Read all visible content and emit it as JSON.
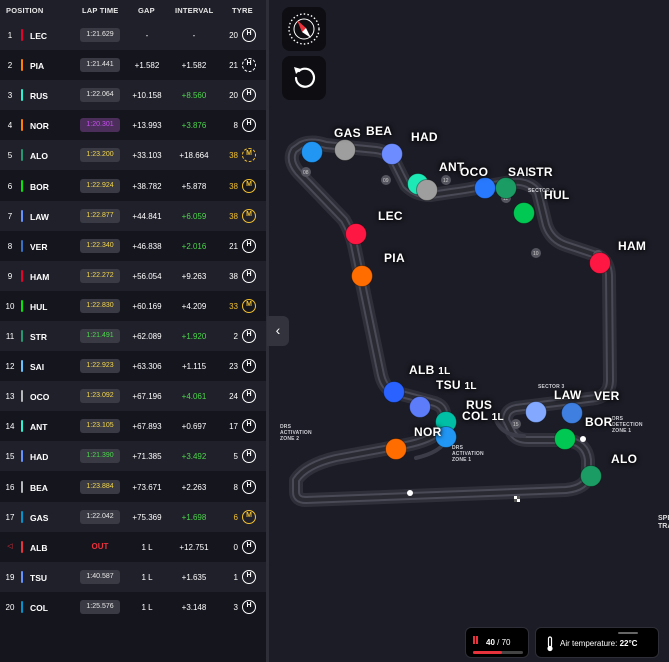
{
  "tower": {
    "headers": {
      "position": "POSITION",
      "lap_time": "LAP TIME",
      "gap": "GAP",
      "interval": "INTERVAL",
      "tyre": "TYRE"
    },
    "rows": [
      {
        "pos": "1",
        "code": "LEC",
        "team_color": "#e8002d",
        "lap_time": "1:21.629",
        "lap_color": "white",
        "gap": "-",
        "interval": "-",
        "int_color": "white",
        "laps": "20",
        "laps_color": "white",
        "tyre": "H",
        "tyre_type": "hard"
      },
      {
        "pos": "2",
        "code": "PIA",
        "team_color": "#ff8000",
        "lap_time": "1:21.441",
        "lap_color": "white",
        "gap": "+1.582",
        "interval": "+1.582",
        "int_color": "white",
        "laps": "21",
        "laps_color": "white",
        "tyre": "H",
        "tyre_type": "hard-used"
      },
      {
        "pos": "3",
        "code": "RUS",
        "team_color": "#27f4d2",
        "lap_time": "1:22.064",
        "lap_color": "white",
        "gap": "+10.158",
        "interval": "+8.560",
        "int_color": "green",
        "laps": "20",
        "laps_color": "white",
        "tyre": "H",
        "tyre_type": "hard"
      },
      {
        "pos": "4",
        "code": "NOR",
        "team_color": "#ff8000",
        "lap_time": "1:20.301",
        "lap_color": "purple",
        "gap": "+13.993",
        "interval": "+3.876",
        "int_color": "green",
        "laps": "8",
        "laps_color": "white",
        "tyre": "H",
        "tyre_type": "hard"
      },
      {
        "pos": "5",
        "code": "ALO",
        "team_color": "#229971",
        "lap_time": "1:23.200",
        "lap_color": "yellow",
        "gap": "+33.103",
        "interval": "+18.664",
        "int_color": "white",
        "laps": "38",
        "laps_color": "yellow",
        "tyre": "M",
        "tyre_type": "medium-used"
      },
      {
        "pos": "6",
        "code": "BOR",
        "team_color": "#00e701",
        "lap_time": "1:22.924",
        "lap_color": "yellow",
        "gap": "+38.782",
        "interval": "+5.878",
        "int_color": "white",
        "laps": "38",
        "laps_color": "yellow",
        "tyre": "M",
        "tyre_type": "medium"
      },
      {
        "pos": "7",
        "code": "LAW",
        "team_color": "#6692ff",
        "lap_time": "1:22.877",
        "lap_color": "yellow",
        "gap": "+44.841",
        "interval": "+6.059",
        "int_color": "green",
        "laps": "38",
        "laps_color": "yellow",
        "tyre": "M",
        "tyre_type": "medium"
      },
      {
        "pos": "8",
        "code": "VER",
        "team_color": "#3671c6",
        "lap_time": "1:22.340",
        "lap_color": "yellow",
        "gap": "+46.838",
        "interval": "+2.016",
        "int_color": "green",
        "laps": "21",
        "laps_color": "white",
        "tyre": "H",
        "tyre_type": "hard"
      },
      {
        "pos": "9",
        "code": "HAM",
        "team_color": "#e8002d",
        "lap_time": "1:22.272",
        "lap_color": "yellow",
        "gap": "+56.054",
        "interval": "+9.263",
        "int_color": "white",
        "laps": "38",
        "laps_color": "white",
        "tyre": "H",
        "tyre_type": "hard"
      },
      {
        "pos": "10",
        "code": "HUL",
        "team_color": "#00e701",
        "lap_time": "1:22.830",
        "lap_color": "yellow",
        "gap": "+60.169",
        "interval": "+4.209",
        "int_color": "white",
        "laps": "33",
        "laps_color": "yellow",
        "tyre": "M",
        "tyre_type": "medium"
      },
      {
        "pos": "11",
        "code": "STR",
        "team_color": "#229971",
        "lap_time": "1:21.491",
        "lap_color": "green",
        "gap": "+62.089",
        "interval": "+1.920",
        "int_color": "green",
        "laps": "2",
        "laps_color": "white",
        "tyre": "H",
        "tyre_type": "hard"
      },
      {
        "pos": "12",
        "code": "SAI",
        "team_color": "#64c4ff",
        "lap_time": "1:22.923",
        "lap_color": "yellow",
        "gap": "+63.306",
        "interval": "+1.115",
        "int_color": "white",
        "laps": "23",
        "laps_color": "white",
        "tyre": "H",
        "tyre_type": "hard"
      },
      {
        "pos": "13",
        "code": "OCO",
        "team_color": "#b6babd",
        "lap_time": "1:23.092",
        "lap_color": "yellow",
        "gap": "+67.196",
        "interval": "+4.061",
        "int_color": "green",
        "laps": "24",
        "laps_color": "white",
        "tyre": "H",
        "tyre_type": "hard"
      },
      {
        "pos": "14",
        "code": "ANT",
        "team_color": "#27f4d2",
        "lap_time": "1:23.105",
        "lap_color": "yellow",
        "gap": "+67.893",
        "interval": "+0.697",
        "int_color": "white",
        "laps": "17",
        "laps_color": "white",
        "tyre": "H",
        "tyre_type": "hard"
      },
      {
        "pos": "15",
        "code": "HAD",
        "team_color": "#6692ff",
        "lap_time": "1:21.390",
        "lap_color": "green",
        "gap": "+71.385",
        "interval": "+3.492",
        "int_color": "green",
        "laps": "5",
        "laps_color": "white",
        "tyre": "H",
        "tyre_type": "hard"
      },
      {
        "pos": "16",
        "code": "BEA",
        "team_color": "#b6babd",
        "lap_time": "1:23.884",
        "lap_color": "yellow",
        "gap": "+73.671",
        "interval": "+2.263",
        "int_color": "white",
        "laps": "8",
        "laps_color": "white",
        "tyre": "H",
        "tyre_type": "hard"
      },
      {
        "pos": "17",
        "code": "GAS",
        "team_color": "#0093cc",
        "lap_time": "1:22.042",
        "lap_color": "white",
        "gap": "+75.369",
        "interval": "+1.698",
        "int_color": "green",
        "laps": "6",
        "laps_color": "yellow",
        "tyre": "M",
        "tyre_type": "medium"
      },
      {
        "pos": "",
        "code": "ALB",
        "team_color": "#e8323c",
        "lap_time": "OUT",
        "lap_color": "out",
        "gap": "1 L",
        "interval": "+12.751",
        "int_color": "white",
        "laps": "0",
        "laps_color": "white",
        "tyre": "H",
        "tyre_type": "hard"
      },
      {
        "pos": "19",
        "code": "TSU",
        "team_color": "#6692ff",
        "lap_time": "1:40.587",
        "lap_color": "white",
        "gap": "1 L",
        "interval": "+1.635",
        "int_color": "white",
        "laps": "1",
        "laps_color": "white",
        "tyre": "H",
        "tyre_type": "hard"
      },
      {
        "pos": "20",
        "code": "COL",
        "team_color": "#0093cc",
        "lap_time": "1:25.576",
        "lap_color": "white",
        "gap": "1 L",
        "interval": "+3.148",
        "int_color": "white",
        "laps": "3",
        "laps_color": "white",
        "tyre": "H",
        "tyre_type": "hard"
      }
    ]
  },
  "map": {
    "drivers": [
      {
        "code": "GAS",
        "color": "#2196f3",
        "lapped": ""
      },
      {
        "code": "BEA",
        "color": "#9e9e9e",
        "lapped": ""
      },
      {
        "code": "HAD",
        "color": "#6c8cff",
        "lapped": ""
      },
      {
        "code": "ANT",
        "color": "#1de9b6",
        "lapped": ""
      },
      {
        "code": "OCO",
        "color": "#9e9e9e",
        "lapped": ""
      },
      {
        "code": "SAI",
        "color": "#2979ff",
        "lapped": ""
      },
      {
        "code": "STR",
        "color": "#1b9c64",
        "lapped": ""
      },
      {
        "code": "HUL",
        "color": "#00c853",
        "lapped": ""
      },
      {
        "code": "LEC",
        "color": "#ff1744",
        "lapped": ""
      },
      {
        "code": "HAM",
        "color": "#ff1744",
        "lapped": ""
      },
      {
        "code": "PIA",
        "color": "#ff6d00",
        "lapped": ""
      },
      {
        "code": "ALB",
        "color": "#2962ff",
        "lapped": "1L"
      },
      {
        "code": "TSU",
        "color": "#5c7cfa",
        "lapped": "1L"
      },
      {
        "code": "RUS",
        "color": "#00bfa5",
        "lapped": ""
      },
      {
        "code": "COL",
        "color": "#2196f3",
        "lapped": "1L"
      },
      {
        "code": "NOR",
        "color": "#ff6d00",
        "lapped": ""
      },
      {
        "code": "LAW",
        "color": "#82a8ff",
        "lapped": ""
      },
      {
        "code": "VER",
        "color": "#3f7fe0",
        "lapped": ""
      },
      {
        "code": "BOR",
        "color": "#00c853",
        "lapped": ""
      },
      {
        "code": "ALO",
        "color": "#1b9c64",
        "lapped": ""
      }
    ],
    "track_labels": {
      "drs2": "DRS\nACTIVATION\nZONE 2",
      "drs1": "DRS\nACTIVATION\nZONE 1",
      "drs_detect": "DRS\nDETECTION\nZONE 1",
      "sector3": "SECTOR 3",
      "sector2": "SECTOR 2",
      "speed_trap": "SPEED\nTRAP"
    },
    "turns": [
      "08",
      "09",
      "10",
      "11",
      "12",
      "13",
      "15"
    ]
  },
  "widgets": {
    "lap_current": "40",
    "lap_total": "/ 70",
    "lap_progress": 0.571,
    "air_label": "Air temperature: ",
    "air_value": "22°C"
  },
  "colors": {
    "background": "#15151e",
    "accent_red": "#e8323c",
    "track": "#2a2a33"
  }
}
